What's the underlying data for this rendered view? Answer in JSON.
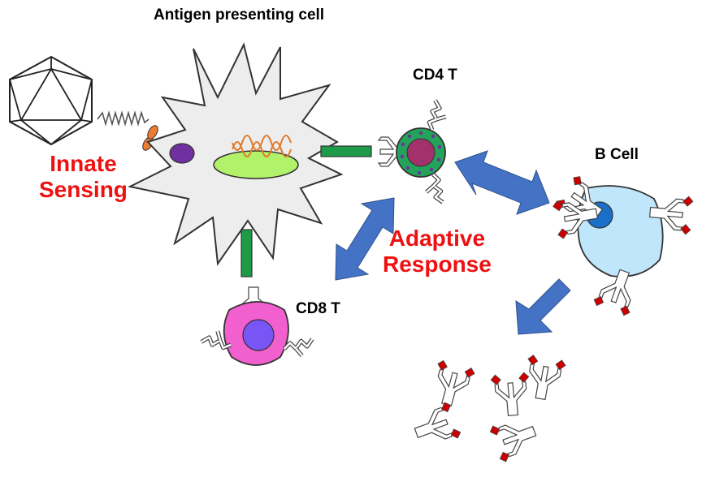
{
  "labels": {
    "apc": "Antigen presenting cell",
    "cd4": "CD4 T",
    "bcell": "B Cell",
    "cd8": "CD8 T",
    "innate_line1": "Innate",
    "innate_line2": "Sensing",
    "adaptive_line1": "Adaptive",
    "adaptive_line2": "Response"
  },
  "colors": {
    "highlight_text": "#ee1111",
    "apc_body": "#ededed",
    "apc_nucleus": "#b2f26a",
    "dna": "#e07a2a",
    "receptor_purple": "#7030a0",
    "receptor_orange": "#ed7d31",
    "mhc_green": "#1e9b48",
    "cd4_body": "#24a35a",
    "cd4_nucleus": "#a3316a",
    "bcell_body": "#bfe6fb",
    "bcell_nucleus": "#1a6fc9",
    "cd8_body": "#f25fce",
    "cd8_nucleus": "#7a55f5",
    "arrow_blue": "#4472c4",
    "antibody_tip": "#cc0000"
  }
}
